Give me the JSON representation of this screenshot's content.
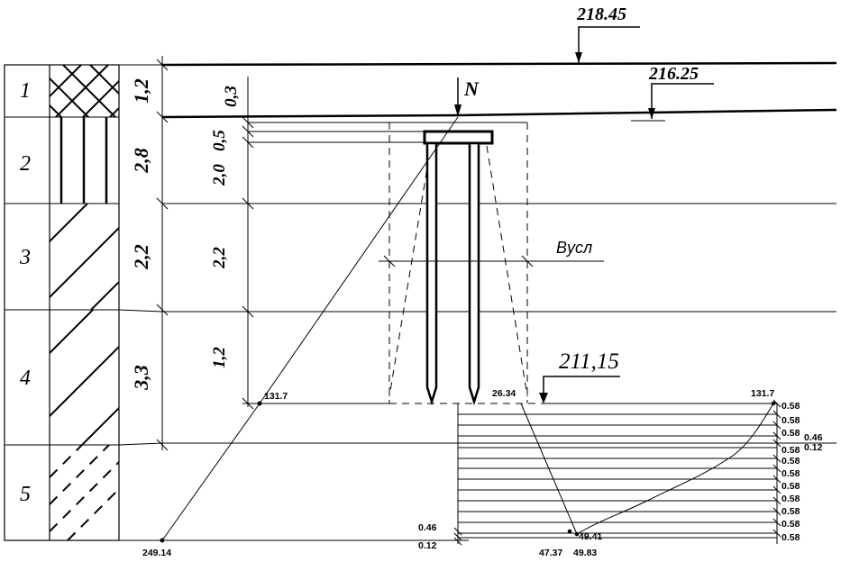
{
  "layers": [
    {
      "num": "1",
      "thickness": "1,2"
    },
    {
      "num": "2",
      "thickness": "2,8"
    },
    {
      "num": "3",
      "thickness": "2,2"
    },
    {
      "num": "4",
      "thickness": "3,3"
    },
    {
      "num": "5",
      "thickness": ""
    }
  ],
  "depth_dims": [
    "0,3",
    "0,5",
    "2,0",
    "2,2",
    "1,2"
  ],
  "elevations": {
    "natural_ground": "218.45",
    "planned_ground": "216.25",
    "pile_tip": "211,15"
  },
  "labels": {
    "load": "N",
    "conditional_foundation": "Bусл"
  },
  "stress_values": {
    "sigma_zg_top": "131.7",
    "sigma_zg_bottom": "249.14",
    "sigma_zp_top": "131.7",
    "sigma_zp_bottom": "49.41",
    "sigma_zg_right_top": "26.34",
    "sigma_zg_right_mid": "47.37",
    "sigma_zg_right_bottom": "49.83"
  },
  "sublayer_thicknesses": [
    "0.58",
    "0.58",
    "0.58",
    "0.46",
    "0.12",
    "0.58",
    "0.58",
    "0.58",
    "0.58",
    "0.58",
    "0.58",
    "0.58",
    "0.58"
  ],
  "left_sublayer_thicknesses": [
    "0.46",
    "0.12"
  ],
  "colors": {
    "line": "#000000",
    "background": "#ffffff"
  }
}
